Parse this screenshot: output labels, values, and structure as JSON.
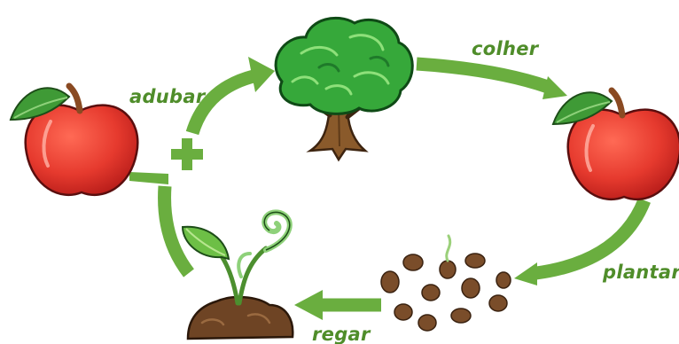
{
  "diagram": {
    "steps": {
      "adubar": "adubar",
      "colher": "colher",
      "plantar": "plantar",
      "regar": "regar"
    },
    "colors": {
      "arrow": "#6aae3f",
      "label": "#4f8d2a",
      "apple": "#e63a2e",
      "apple_shade": "#b81d1a",
      "leaf": "#3f9a36",
      "stem": "#8a4a22",
      "foliage": "#36a83a",
      "foliage_dark": "#1f7a2a",
      "trunk": "#8a5a2b",
      "soil": "#6e4424",
      "seed": "#7a4d2a",
      "sprout": "#9bd07a",
      "plus": "#6aae3f"
    },
    "icons": [
      "apple-icon",
      "tree-icon",
      "seeds-icon",
      "seedling-icon",
      "plus-icon"
    ]
  }
}
